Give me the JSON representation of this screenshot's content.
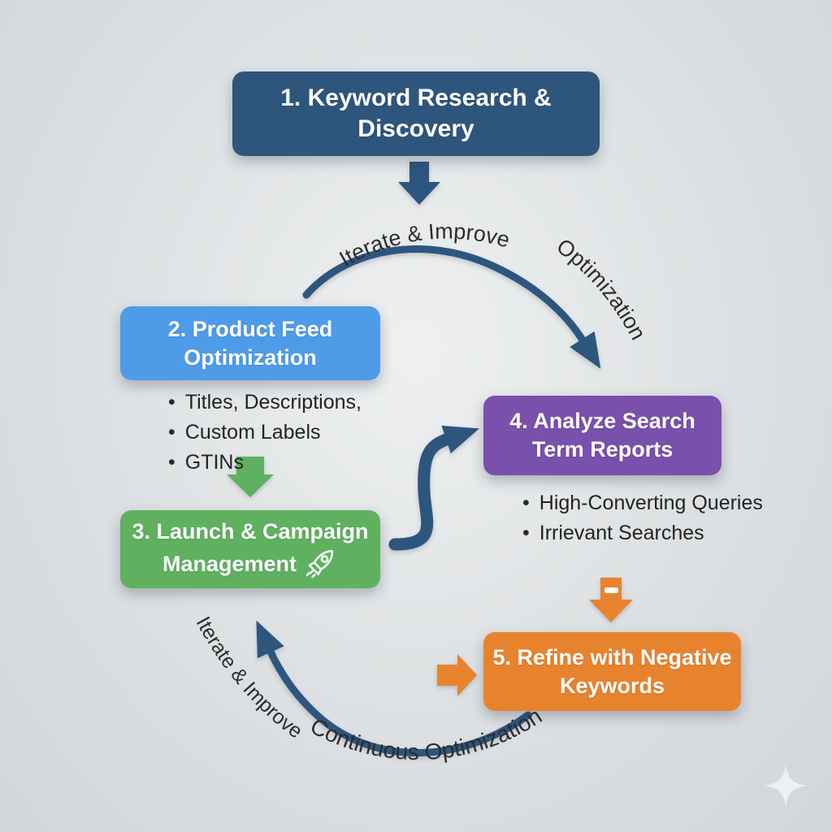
{
  "steps": [
    {
      "label": "1. Keyword Research & Discovery",
      "color": "#2e567c"
    },
    {
      "label": "2. Product Feed\nOptimization",
      "color": "#4e9ce8",
      "bullets": [
        "Titles, Descriptions,",
        "Custom Labels",
        "GTINs"
      ]
    },
    {
      "label": "3. Launch & Campaign\nManagement",
      "color": "#5fb160",
      "icon": "rocket-icon"
    },
    {
      "label": "4. Analyze Search\nTerm Reports",
      "color": "#7a50ad",
      "bullets": [
        "High-Converting Queries",
        "Irrievant Searches"
      ]
    },
    {
      "label": "5. Refine with Negative\nKeywords",
      "color": "#e8832d"
    }
  ],
  "cycle_labels": {
    "top_left": "Iterate & Improve",
    "top_right": "Optimization",
    "bottom_left": "Iterate & Improve",
    "bottom": "Continuous Optimization"
  },
  "colors": {
    "cycle_arrow": "#2d567f",
    "down_arrow_blue": "#2d567f",
    "down_arrow_green": "#5fb160",
    "arrow_orange": "#e8832d",
    "bullet_text": "#232323",
    "curve_label_text": "#2d2d2d",
    "background": "#dde0e2"
  }
}
